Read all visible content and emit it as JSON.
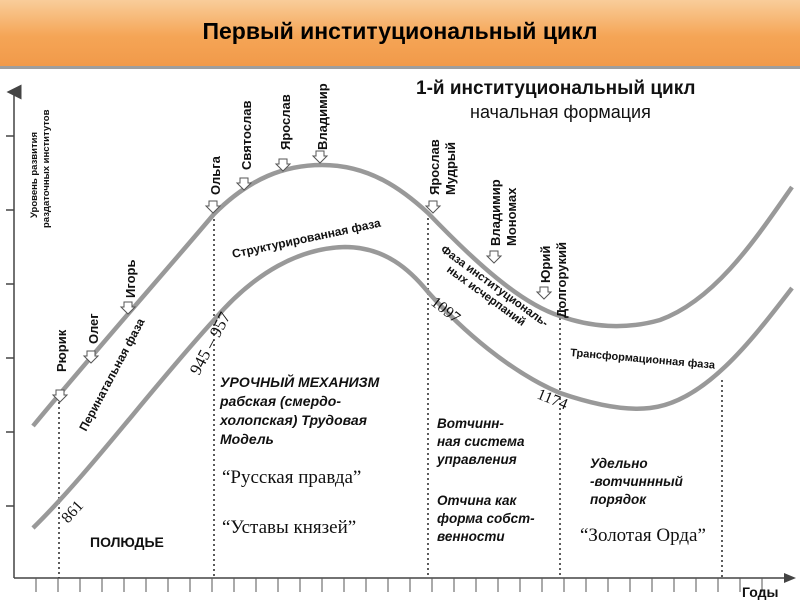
{
  "header": {
    "title": "Первый институциональный цикл"
  },
  "diagram": {
    "title": "1-й институциональный цикл",
    "subtitle": "начальная формация",
    "y_axis_label_line1": "Уровень развития",
    "y_axis_label_line2": "раздаточных институтов",
    "x_axis_label": "Годы",
    "rulers": [
      {
        "name": "Рюрик"
      },
      {
        "name": "Олег"
      },
      {
        "name": "Игорь"
      },
      {
        "name": "Ольга"
      },
      {
        "name": "Святослав"
      },
      {
        "name": "Ярослав"
      },
      {
        "name": "Владимир"
      },
      {
        "name": "Ярослав",
        "name2": "Мудрый"
      },
      {
        "name": "Владимир",
        "name2": "Мономах"
      },
      {
        "name": "Юрий",
        "name2": "Долгорукий"
      }
    ],
    "phases": {
      "perinatal": "Перинатальная фаза",
      "structured": "Структурированная фаза",
      "exhausted_line1": "Фаза институциональ-",
      "exhausted_line2": "ных исчерпаний",
      "transformation": "Трансформационная фаза"
    },
    "years": {
      "y861": "861",
      "y945": "945 – 957",
      "y1097": "1097",
      "y1174": "1174"
    },
    "blocks": {
      "polyudye": "ПОЛЮДЬЕ",
      "mech_line1": "УРОЧНЫЙ МЕХАНИЗМ",
      "mech_line2": "рабская (смердо-",
      "mech_line3": "холопская) Трудовая",
      "mech_line4": "Модель",
      "russkaya_pravda": "“Русская правда”",
      "ustavy": "“Уставы князей”",
      "votch1": "Вотчинн-",
      "votch2": "ная система",
      "votch3": "управления",
      "otch1": "Отчина как",
      "otch2": "форма собст-",
      "otch3": "венности",
      "udel1": "Удельно",
      "udel2": "-вотчиннный",
      "udel3": "порядок",
      "orda": "“Золотая Орда”"
    }
  }
}
